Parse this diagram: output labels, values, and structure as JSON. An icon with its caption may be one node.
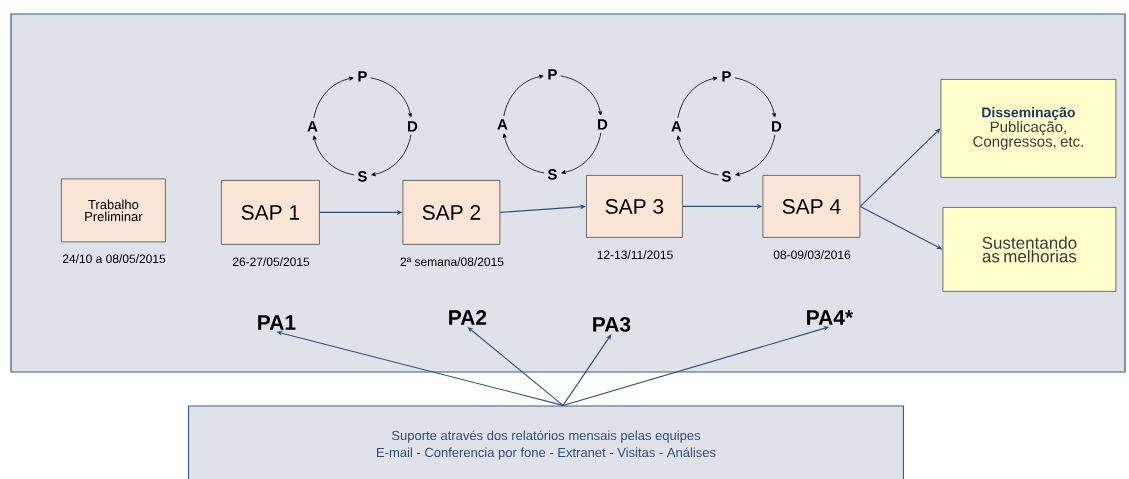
{
  "diagram": {
    "nodes": [
      {
        "text": [],
        "shape": "box"
      },
      {
        "text": [
          "Trabalho Preliminar"
        ],
        "beside": [
          "24/10 a 08/05/2015"
        ],
        "in": 0
      },
      {
        "text": [
          "SAP 1"
        ],
        "beside": [
          "26-27/05/2015"
        ],
        "in": 0
      },
      {
        "text": [
          "SAP 2"
        ],
        "beside": [
          "2ª semana/08/2015"
        ],
        "in": 0
      },
      {
        "text": [
          "SAP 3"
        ],
        "beside": [
          "12-13/11/2015"
        ],
        "in": 0
      },
      {
        "text": [
          "SAP 4"
        ],
        "beside": [
          "08-09/03/2016"
        ],
        "in": 0
      },
      {
        "text": [
          "Disseminação",
          "Publicação, Congressos, etc."
        ],
        "in": 0
      },
      {
        "text": [
          "Sustentando as melhorias"
        ],
        "in": 0
      },
      {
        "text": [
          "PA1"
        ],
        "in": 0
      },
      {
        "text": [
          "PA2"
        ],
        "in": 0
      },
      {
        "text": [
          "PA3"
        ],
        "in": 0
      },
      {
        "text": [
          "PA4*"
        ],
        "in": 0
      },
      {
        "text": [
          "Suporte através dos relatórios mensais pelas equipes",
          "E-mail - Conferencia por fone - Extranet - Visitas - Análises"
        ]
      },
      {
        "text": [
          "P"
        ],
        "in": 0
      },
      {
        "text": [
          "D"
        ],
        "in": 0
      },
      {
        "text": [
          "S"
        ],
        "in": 0
      },
      {
        "text": [
          "A"
        ],
        "in": 0
      },
      {
        "text": [
          "P"
        ],
        "in": 0
      },
      {
        "text": [
          "D"
        ],
        "in": 0
      },
      {
        "text": [
          "S"
        ],
        "in": 0
      },
      {
        "text": [
          "A"
        ],
        "in": 0
      },
      {
        "text": [
          "P"
        ],
        "in": 0
      },
      {
        "text": [
          "D"
        ],
        "in": 0
      },
      {
        "text": [
          "S"
        ],
        "in": 0
      },
      {
        "text": [
          "A"
        ],
        "in": 0
      }
    ],
    "edges": [
      {
        "from": 2,
        "to": 3,
        "arrow": "to",
        "color": "#2f4f7f"
      },
      {
        "from": 3,
        "to": 4,
        "arrow": "to",
        "color": "#2f4f7f"
      },
      {
        "from": 4,
        "to": 5,
        "arrow": "to",
        "color": "#2f4f7f"
      },
      {
        "from": 5,
        "to": 6,
        "arrow": "to",
        "color": "#2f4f7f"
      },
      {
        "from": 5,
        "to": 7,
        "arrow": "to",
        "color": "#2f4f7f"
      },
      {
        "from": 12,
        "to": 8,
        "arrow": "to",
        "color": "#2f4f7f"
      },
      {
        "from": 12,
        "to": 9,
        "arrow": "to",
        "color": "#2f4f7f"
      },
      {
        "from": 12,
        "to": 10,
        "arrow": "to",
        "color": "#2f4f7f"
      },
      {
        "from": 12,
        "to": 11,
        "arrow": "to",
        "color": "#2f4f7f"
      },
      {
        "from": 13,
        "to": 14,
        "arrow": "to"
      },
      {
        "from": 14,
        "to": 15,
        "arrow": "to"
      },
      {
        "from": 15,
        "to": 16,
        "arrow": "to"
      },
      {
        "from": 16,
        "to": 13,
        "arrow": "to"
      },
      {
        "from": 17,
        "to": 18,
        "arrow": "to"
      },
      {
        "from": 18,
        "to": 19,
        "arrow": "to"
      },
      {
        "from": 19,
        "to": 20,
        "arrow": "to"
      },
      {
        "from": 20,
        "to": 17,
        "arrow": "to"
      },
      {
        "from": 21,
        "to": 22,
        "arrow": "to"
      },
      {
        "from": 22,
        "to": 23,
        "arrow": "to"
      },
      {
        "from": 23,
        "to": 24,
        "arrow": "to"
      },
      {
        "from": 24,
        "to": 21,
        "arrow": "to"
      }
    ]
  }
}
